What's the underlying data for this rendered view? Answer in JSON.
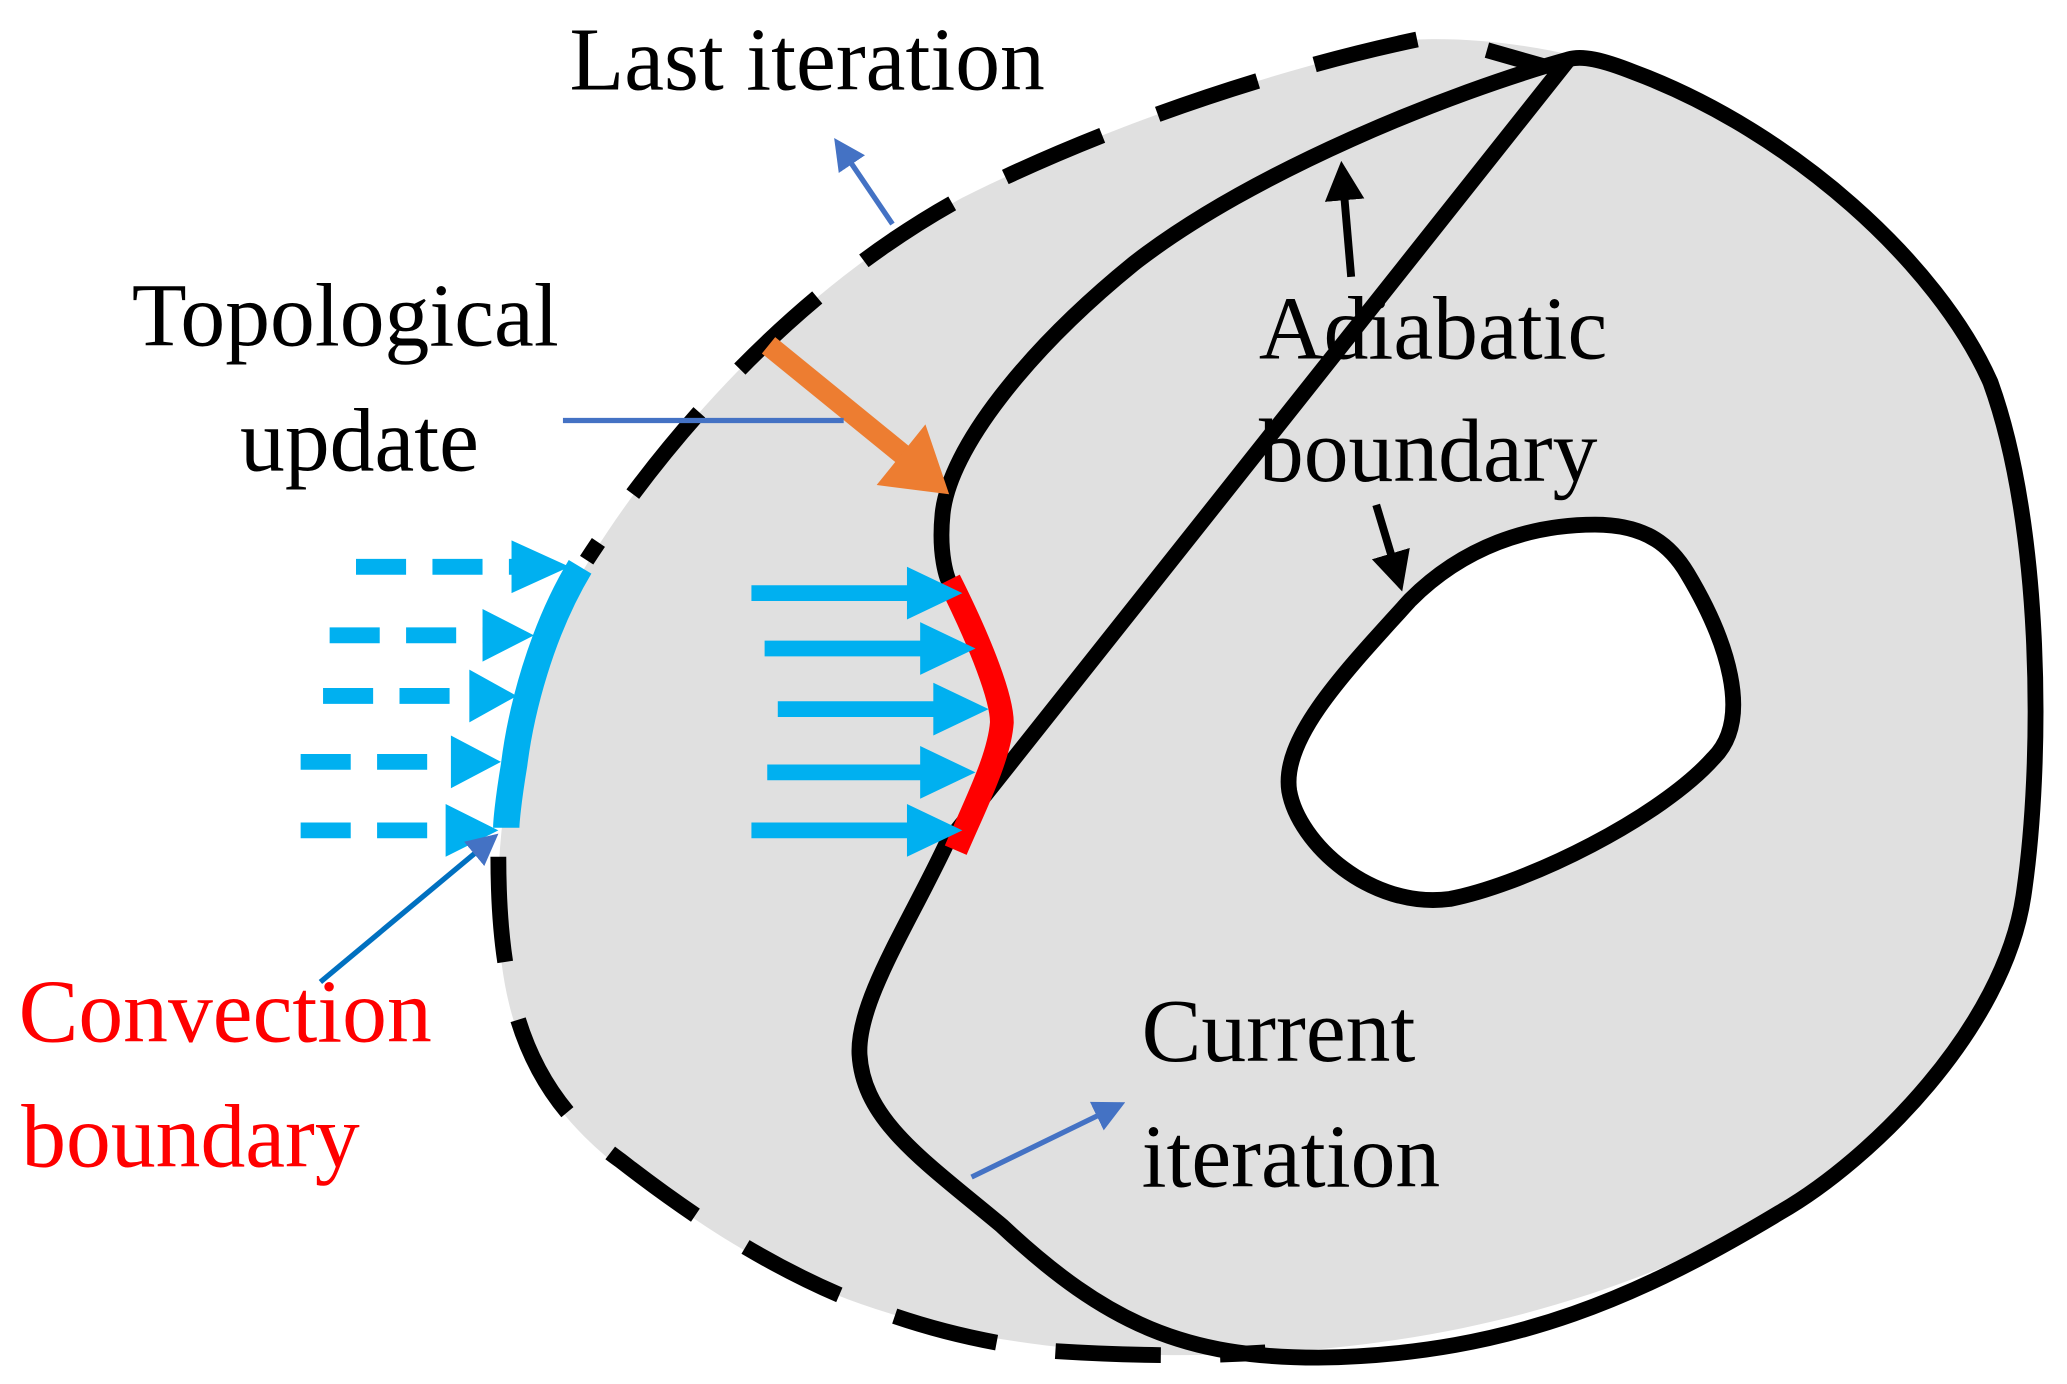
{
  "labels": {
    "last_iteration": "Last iteration",
    "topological_line1": "Topological",
    "topological_line2": "update",
    "adiabatic_line1": "Adiabatic",
    "adiabatic_line2": "boundary",
    "convection_line1": "Convection",
    "convection_line2": "boundary",
    "current_line1": "Current",
    "current_line2": "iteration"
  },
  "colors": {
    "region_fill": "#e0e0e0",
    "boundary": "#000000",
    "convection": "#00b0f0",
    "convection_label": "#ff0000",
    "update_segment": "#ff0000",
    "topological_arrow": "#ed7d31",
    "pointer": "#4472c4"
  }
}
